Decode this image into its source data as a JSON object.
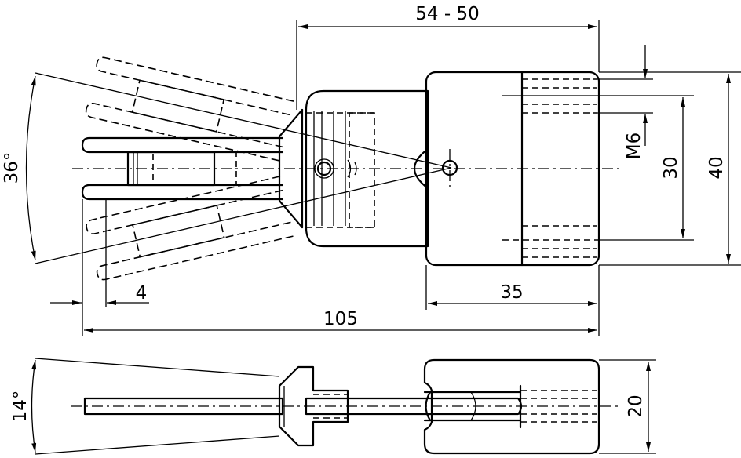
{
  "dimensions": {
    "top_width": "54 - 50",
    "thread": "M6",
    "height_inner": "30",
    "height_outer": "40",
    "jaw_offset": "4",
    "body_width": "35",
    "overall_length": "105",
    "angle_top": "36°",
    "angle_bottom": "14°",
    "thickness": "20"
  }
}
